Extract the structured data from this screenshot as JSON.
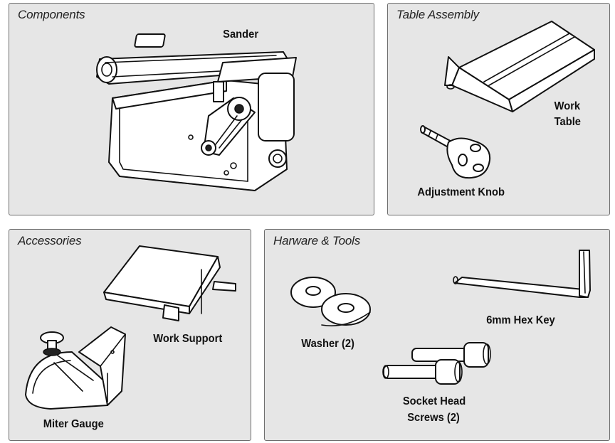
{
  "panels": {
    "components": {
      "title": "Components",
      "items": {
        "sander": "Sander"
      }
    },
    "table_assembly": {
      "title": "Table Assembly",
      "items": {
        "work_table_line1": "Work",
        "work_table_line2": "Table",
        "adjustment_knob": "Adjustment Knob"
      }
    },
    "accessories": {
      "title": "Accessories",
      "items": {
        "work_support": "Work Support",
        "miter_gauge": "Miter Gauge"
      }
    },
    "hardware_tools": {
      "title": "Harware & Tools",
      "items": {
        "washer": "Washer (2)",
        "hex_key": "6mm Hex Key",
        "screws_line1": "Socket Head",
        "screws_line2": "Screws (2)"
      }
    }
  },
  "colors": {
    "panel_bg": "#e6e6e6",
    "panel_border": "#6e6e6e",
    "ink": "#111111"
  }
}
